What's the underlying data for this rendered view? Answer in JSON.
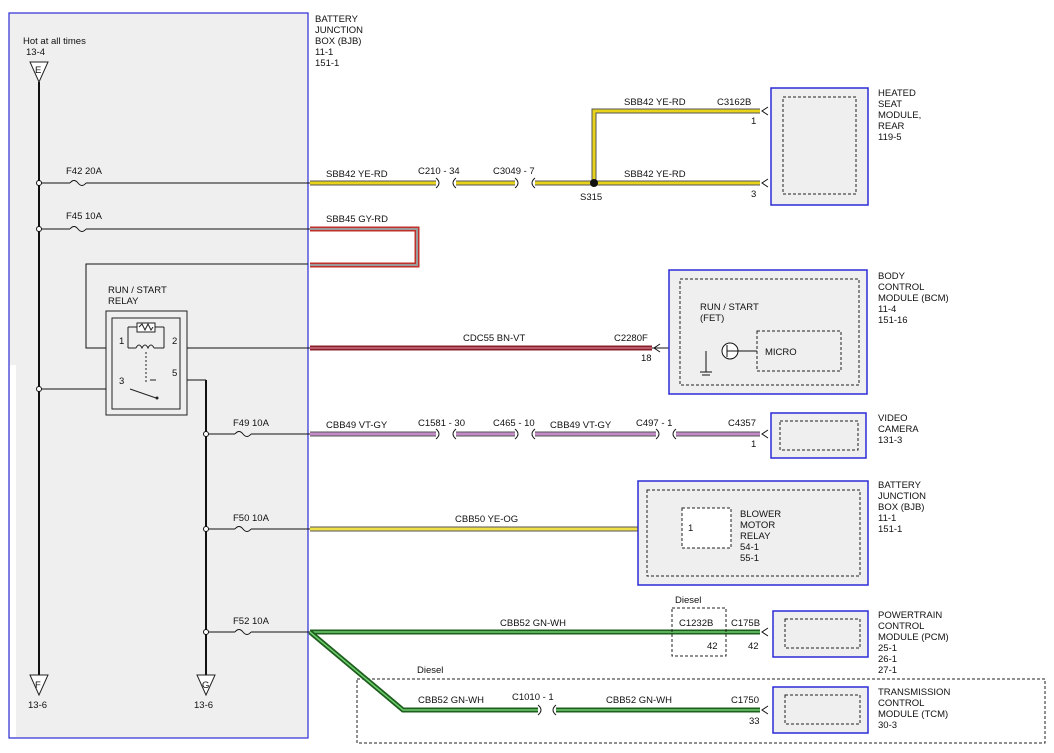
{
  "bjb": {
    "title": [
      "BATTERY",
      "JUNCTION",
      "BOX (BJB)"
    ],
    "refs": [
      "11-1",
      "151-1"
    ],
    "hot_label": "Hot at all times",
    "hot_ref": "13-4"
  },
  "connectors": {
    "E": "E",
    "F": "F",
    "G": "G",
    "F_ref": "13-6",
    "G_ref": "13-6"
  },
  "fuses": {
    "f42": "F42  20A",
    "f45": "F45  10A",
    "f49": "F49  10A",
    "f50": "F50  10A",
    "f52": "F52  10A"
  },
  "relay": {
    "title": [
      "RUN / START",
      "RELAY"
    ],
    "pins": [
      "1",
      "2",
      "3",
      "5"
    ]
  },
  "wires": {
    "sbb42_main": "SBB42  YE-RD",
    "c210": "C210 - 34",
    "c3049": "C3049 - 7",
    "s315": "S315",
    "sbb42_top": "SBB42  YE-RD",
    "c3162b": "C3162B",
    "pin1_top": "1",
    "sbb42_low": "SBB42  YE-RD",
    "pin3": "3",
    "sbb45": "SBB45  GY-RD",
    "cdc55": "CDC55  BN-VT",
    "c2280f": "C2280F",
    "pin18": "18",
    "cbb49_a": "CBB49  VT-GY",
    "c1581": "C1581 - 30",
    "c465": "C465 - 10",
    "cbb49_b": "CBB49  VT-GY",
    "c497": "C497 - 1",
    "c4357": "C4357",
    "pin1_cam": "1",
    "cbb50": "CBB50  YE-OG",
    "cbb52_pcm": "CBB52  GN-WH",
    "diesel_top": "Diesel",
    "c1232b": "C1232B",
    "pin42a": "42",
    "c175b": "C175B",
    "pin42b": "42",
    "diesel_bottom": "Diesel",
    "cbb52_tcm_a": "CBB52  GN-WH",
    "c1010": "C1010 - 1",
    "cbb52_tcm_b": "CBB52  GN-WH",
    "c1750": "C1750",
    "pin33": "33"
  },
  "modules": {
    "heated_seat": {
      "name": [
        "HEATED",
        "SEAT",
        "MODULE,",
        "REAR"
      ],
      "ref": "119-5"
    },
    "bcm": {
      "name": [
        "BODY",
        "CONTROL",
        "MODULE (BCM)"
      ],
      "refs": [
        "11-4",
        "151-16"
      ],
      "inner": [
        "RUN / START",
        "(FET)"
      ],
      "micro": "MICRO"
    },
    "camera": {
      "name": [
        "VIDEO",
        "CAMERA"
      ],
      "ref": "131-3"
    },
    "bjb2": {
      "name": [
        "BATTERY",
        "JUNCTION",
        "BOX (BJB)"
      ],
      "refs": [
        "11-1",
        "151-1"
      ],
      "relay_pin": "1",
      "relay": [
        "BLOWER",
        "MOTOR",
        "RELAY"
      ],
      "relay_refs": [
        "54-1",
        "55-1"
      ]
    },
    "pcm": {
      "name": [
        "POWERTRAIN",
        "CONTROL",
        "MODULE (PCM)"
      ],
      "refs": [
        "25-1",
        "26-1",
        "27-1"
      ]
    },
    "tcm": {
      "name": [
        "TRANSMISSION",
        "CONTROL",
        "MODULE (TCM)"
      ],
      "ref": "30-3"
    }
  },
  "colors": {
    "border_blue": "#2b2bd6",
    "yellow": "#e8d21a",
    "red": "#c0302a",
    "violet": "#c58ac8",
    "green": "#2e8b2e"
  }
}
